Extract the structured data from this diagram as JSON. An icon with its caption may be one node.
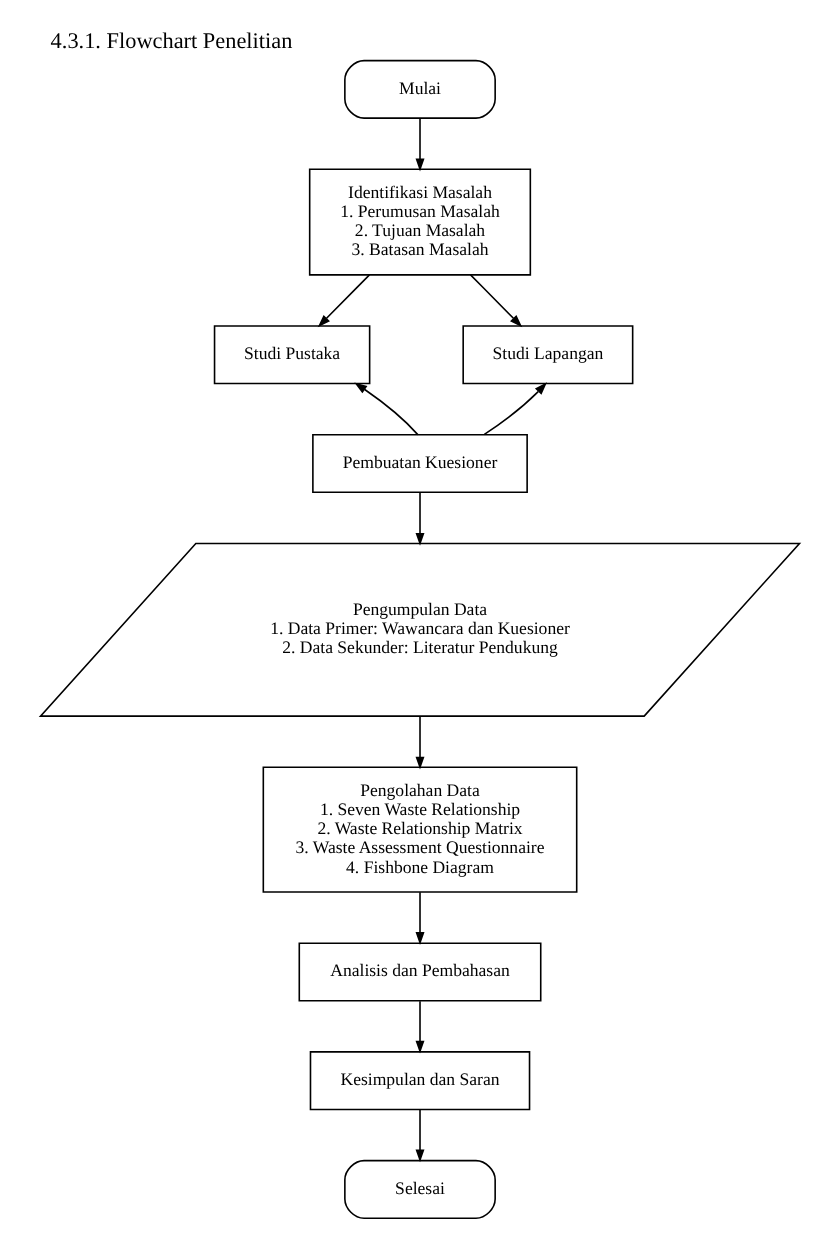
{
  "diagram": {
    "title": "4.3.1. Flowchart Penelitian",
    "nodes": [
      {
        "text": [
          "Mulai"
        ]
      },
      {
        "text": [
          "Identifikasi Masalah",
          "1. Perumusan Masalah",
          "2. Tujuan Masalah",
          "3. Batasan Masalah"
        ]
      },
      {
        "text": [
          "Studi Pustaka"
        ]
      },
      {
        "text": [
          "Studi Lapangan"
        ]
      },
      {
        "text": [
          "Pembuatan Kuesioner"
        ]
      },
      {
        "text": [
          "Pengumpulan Data",
          "1. Data Primer: Wawancara dan Kuesioner",
          "2. Data Sekunder: Literatur Pendukung"
        ]
      },
      {
        "text": [
          "Pengolahan Data",
          "1. Seven Waste Relationship",
          "2. Waste Relationship Matrix",
          "3. Waste Assessment Questionnaire",
          "4. Fishbone Diagram"
        ]
      },
      {
        "text": [
          "Analisis dan Pembahasan"
        ]
      },
      {
        "text": [
          "Kesimpulan dan Saran"
        ]
      },
      {
        "text": [
          "Selesai"
        ]
      }
    ],
    "edges": [
      {
        "from": 0,
        "to": 1,
        "arrow": "to"
      },
      {
        "from": 1,
        "to": 2,
        "arrow": "to"
      },
      {
        "from": 1,
        "to": 3,
        "arrow": "to"
      },
      {
        "from": 4,
        "to": 2,
        "arrow": "to"
      },
      {
        "from": 4,
        "to": 3,
        "arrow": "to"
      },
      {
        "from": 4,
        "to": 5,
        "arrow": "to"
      },
      {
        "from": 5,
        "to": 6,
        "arrow": "to"
      },
      {
        "from": 6,
        "to": 7,
        "arrow": "to"
      },
      {
        "from": 7,
        "to": 8,
        "arrow": "to"
      },
      {
        "from": 8,
        "to": 9,
        "arrow": "to"
      }
    ]
  }
}
